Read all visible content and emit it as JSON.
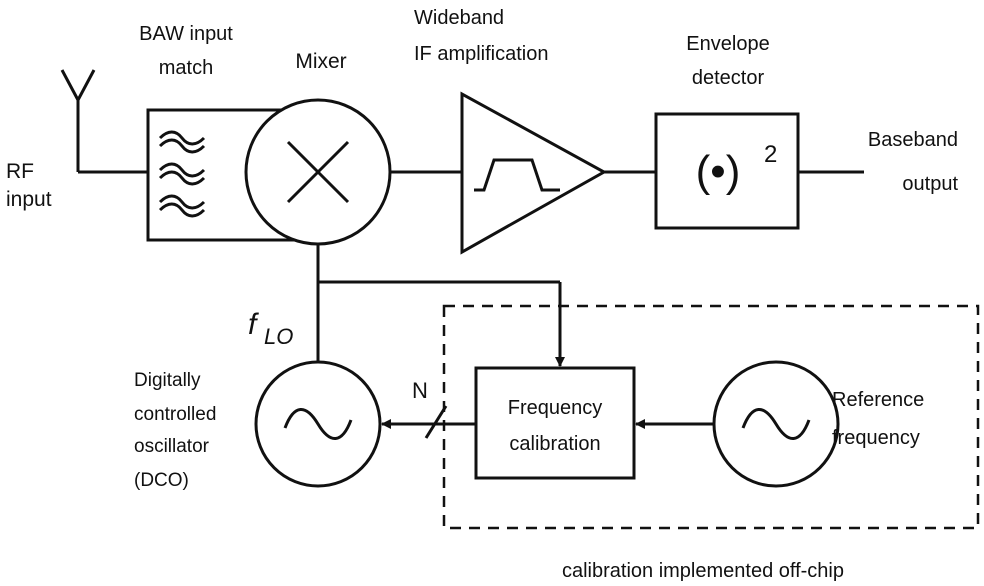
{
  "labels": {
    "rf_input": [
      "RF",
      "input"
    ],
    "baw_input_match": [
      "BAW input",
      "match"
    ],
    "mixer": "Mixer",
    "if_amplification": [
      "Wideband",
      "IF amplification"
    ],
    "envelope_detector": [
      "Envelope",
      "detector"
    ],
    "square_law": "(•)",
    "square_law_exponent": "2",
    "baseband_output": [
      "Baseband",
      "output"
    ],
    "f_lo": "f",
    "f_lo_subscript": "LO",
    "dco": [
      "Digitally",
      "controlled",
      "oscillator",
      "(DCO)"
    ],
    "bus_width": "N",
    "frequency_calibration": [
      "Frequency",
      "calibration"
    ],
    "reference_frequency": [
      "Reference",
      "frequency"
    ],
    "off_chip_note": "calibration implemented off-chip"
  },
  "colors": {
    "line": "#111111",
    "background": "#ffffff"
  }
}
